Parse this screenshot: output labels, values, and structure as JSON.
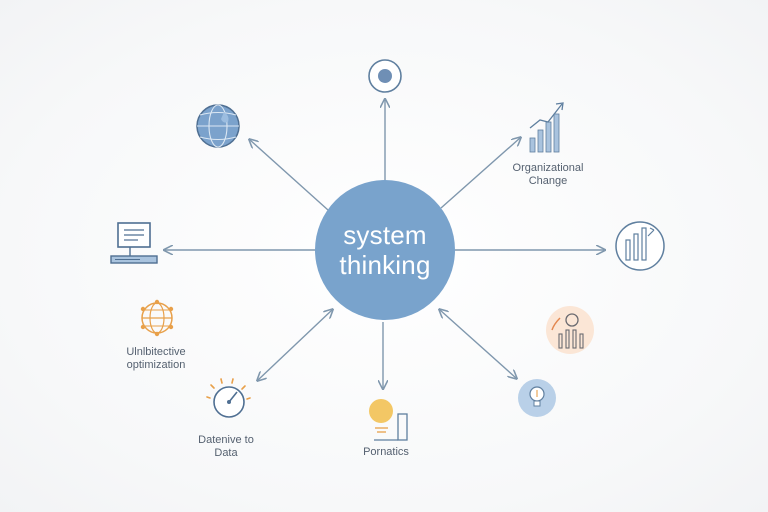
{
  "center": {
    "line1": "system",
    "line2": "thinking"
  },
  "nodes": [
    {
      "icon": "target-icon",
      "label_lines": []
    },
    {
      "icon": "bar-chart-growth-icon",
      "label_lines": [
        "Organizational",
        "Change"
      ]
    },
    {
      "icon": "chart-box-icon",
      "label_lines": []
    },
    {
      "icon": "person-chart-icon",
      "label_lines": []
    },
    {
      "icon": "lightbulb-icon",
      "label_lines": []
    },
    {
      "icon": "lightbulb-chart-icon",
      "label_lines": [
        "Pornatics"
      ]
    },
    {
      "icon": "gauge-icon",
      "label_lines": [
        "Datenive to",
        "Data"
      ]
    },
    {
      "icon": "network-globe-icon",
      "label_lines": [
        "Ulnlbitective",
        "optimization"
      ]
    },
    {
      "icon": "computer-icon",
      "label_lines": []
    },
    {
      "icon": "globe-icon",
      "label_lines": []
    }
  ],
  "colors": {
    "primary_blue": "#79a3cc",
    "arrow": "#7f97ad",
    "orange": "#e8a04a",
    "yellow": "#f3c765",
    "peach": "#fbe6d6",
    "light_blue": "#b9d0e8"
  }
}
